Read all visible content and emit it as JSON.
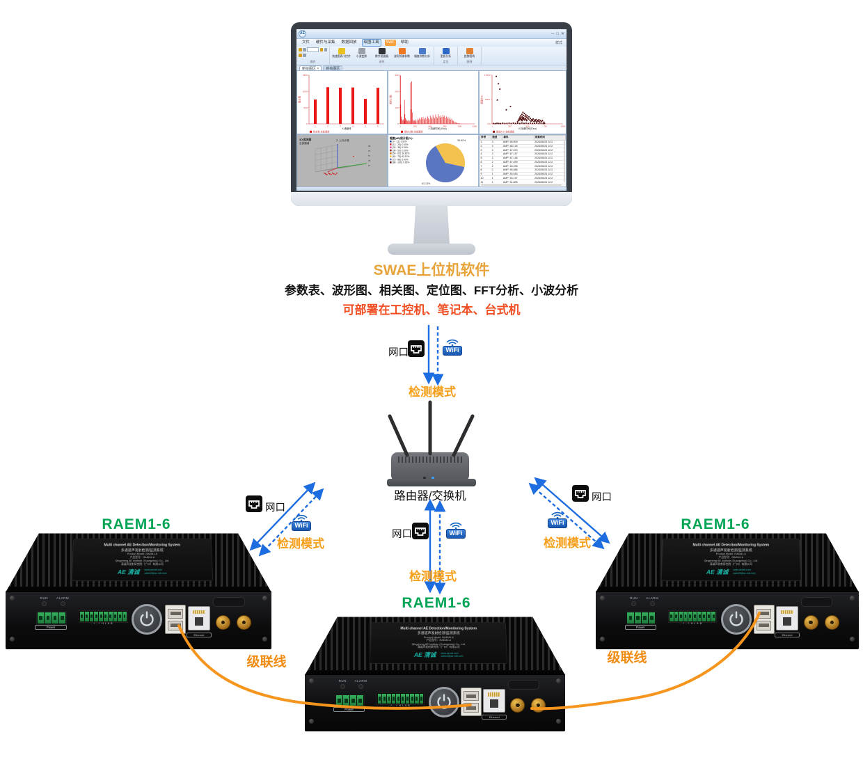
{
  "captions": {
    "software_title": "SWAE上位机软件",
    "software_features": "参数表、波形图、相关图、定位图、FFT分析、小波分析",
    "deploy_note": "可部署在工控机、笔记本、台式机"
  },
  "labels": {
    "net_port": "网口",
    "wifi": "WiFi",
    "detect_mode": "检测模式",
    "router": "路由器/交换机",
    "cascade_line": "级联线",
    "device_model": "RAEM1-6"
  },
  "app": {
    "logo": "AE",
    "window_controls": [
      "─",
      "□",
      "✕"
    ],
    "menu_tabs": [
      "文件",
      "硬件与采集",
      "数据回放",
      "绘图工具",
      "SWF",
      "帮助"
    ],
    "style_right": "样式",
    "toolbar_groups": [
      {
        "label": "操作",
        "buttons": []
      },
      {
        "label": "波形",
        "buttons": [
          {
            "label": "快速图表小控件",
            "color": "#e8c020"
          },
          {
            "label": "小波变换",
            "color": "#9aa0a8"
          },
          {
            "label": "数字滤波器",
            "color": "#2f3338"
          },
          {
            "label": "波形频谱参数",
            "color": "#f07820"
          },
          {
            "label": "幅度次数分析",
            "color": "#4878c8"
          }
        ]
      },
      {
        "label": "定位",
        "buttons": [
          {
            "label": "更新分析",
            "color": "#3068c8"
          }
        ]
      },
      {
        "label": "图线",
        "buttons": [
          {
            "label": "趋势图线",
            "color": "#e08030"
          }
        ]
      }
    ],
    "doc_tabs": [
      "新绘图区",
      "新绘图区"
    ],
    "doc_tab_close": "×"
  },
  "device": {
    "plate": {
      "line1": "Multi channel AE Detection/Monitoring System",
      "line2": "多通道声发射检测/监测系统",
      "line3": "Product Model: RAEM1-6",
      "line4": "产品型号：RAEM1-6",
      "line5": "Qingcheng AE Institute (Guangzhou) Co., Ltd.",
      "line6": "清诚声发射研究院（广州）有限公司",
      "logo": "AE 清诚",
      "site1": "www.aendt.com",
      "site2": "sales2@ae-ndt.com"
    },
    "front": {
      "run": "RUN",
      "alarm": "ALARM",
      "power": "Power",
      "io_marks": "- + - + H L A B",
      "ethernet": "Ethernet"
    }
  },
  "colors": {
    "accent_blue": "#1d6ce0",
    "mode_orange": "#f59f1a",
    "title_gold": "#e8a33b",
    "deploy_red": "#f04e23",
    "model_green": "#00a455",
    "cable_orange": "#f5951d",
    "chart_red": "#e01010",
    "pie_blue": "#5b76c0",
    "pie_yellow": "#f2c14e"
  },
  "chart_data": [
    {
      "type": "bar",
      "panel": "hits-by-channel",
      "categories": [
        "1",
        "2",
        "3",
        "4",
        "5",
        "6"
      ],
      "values": [
        750,
        1130,
        1115,
        1120,
        770,
        1110
      ],
      "ylim": [
        0,
        1500
      ],
      "yticks": [
        0,
        500,
        1000,
        1500
      ],
      "xlabel": "X:通道号",
      "ylabel": "撞击数",
      "legend": "撞击数 全部通道",
      "color": "#e81616"
    },
    {
      "type": "line",
      "panel": "ring-count-vs-duration",
      "points": [
        [
          4,
          298
        ],
        [
          8,
          120
        ],
        [
          14,
          45
        ],
        [
          22,
          30
        ],
        [
          30,
          22
        ],
        [
          40,
          28
        ],
        [
          52,
          18
        ],
        [
          58,
          148
        ],
        [
          64,
          60
        ],
        [
          72,
          35
        ],
        [
          80,
          20
        ],
        [
          90,
          26
        ],
        [
          100,
          18
        ],
        [
          110,
          24
        ],
        [
          120,
          16
        ],
        [
          130,
          20
        ],
        [
          140,
          255
        ],
        [
          148,
          90
        ],
        [
          156,
          262
        ],
        [
          164,
          70
        ],
        [
          172,
          25
        ],
        [
          180,
          18
        ],
        [
          190,
          22
        ],
        [
          200,
          16
        ],
        [
          212,
          28
        ],
        [
          224,
          20
        ],
        [
          236,
          32
        ],
        [
          248,
          24
        ],
        [
          260,
          36
        ],
        [
          272,
          28
        ],
        [
          284,
          40
        ],
        [
          296,
          30
        ],
        [
          308,
          44
        ],
        [
          320,
          34
        ],
        [
          332,
          26
        ],
        [
          344,
          38
        ],
        [
          356,
          30
        ],
        [
          368,
          46
        ],
        [
          380,
          36
        ],
        [
          392,
          28
        ],
        [
          404,
          50
        ],
        [
          416,
          40
        ],
        [
          428,
          32
        ],
        [
          440,
          54
        ],
        [
          452,
          42
        ],
        [
          464,
          34
        ],
        [
          476,
          58
        ],
        [
          488,
          44
        ],
        [
          500,
          36
        ],
        [
          512,
          60
        ],
        [
          524,
          46
        ],
        [
          536,
          38
        ],
        [
          548,
          52
        ],
        [
          560,
          42
        ],
        [
          572,
          56
        ],
        [
          584,
          44
        ],
        [
          596,
          50
        ],
        [
          608,
          38
        ],
        [
          620,
          46
        ],
        [
          632,
          34
        ],
        [
          644,
          42
        ],
        [
          656,
          30
        ],
        [
          668,
          38
        ],
        [
          680,
          26
        ],
        [
          692,
          32
        ],
        [
          704,
          22
        ],
        [
          716,
          18
        ],
        [
          728,
          14
        ],
        [
          740,
          10
        ],
        [
          752,
          8
        ],
        [
          764,
          6
        ],
        [
          776,
          5
        ],
        [
          788,
          4
        ],
        [
          800,
          3
        ],
        [
          820,
          2
        ],
        [
          850,
          2
        ],
        [
          880,
          1
        ]
      ],
      "xlim": [
        0,
        1000
      ],
      "ylim": [
        0,
        300
      ],
      "yticks": [
        0,
        100,
        200,
        300
      ],
      "xticks": [
        1,
        200,
        400,
        600,
        800,
        1000
      ],
      "xlabel": "X:持续时间(10us)",
      "ylabel": "振铃计数",
      "legend": "振铃计数 全部通道",
      "color": "#e01010"
    },
    {
      "type": "scatter",
      "panel": "energy-vs-duration",
      "points": [
        [
          20,
          12
        ],
        [
          45,
          8
        ],
        [
          70,
          20
        ],
        [
          95,
          15
        ],
        [
          120,
          10
        ],
        [
          150,
          22
        ],
        [
          180,
          14
        ],
        [
          210,
          18
        ],
        [
          240,
          25
        ],
        [
          270,
          12
        ],
        [
          300,
          28
        ],
        [
          330,
          16
        ],
        [
          360,
          22
        ],
        [
          390,
          14
        ],
        [
          420,
          30
        ],
        [
          450,
          18
        ],
        [
          480,
          24
        ],
        [
          510,
          12
        ],
        [
          540,
          26
        ],
        [
          570,
          16
        ],
        [
          600,
          20
        ],
        [
          630,
          28
        ],
        [
          660,
          14
        ],
        [
          690,
          22
        ],
        [
          720,
          10
        ],
        [
          740,
          18
        ],
        [
          360,
          80
        ],
        [
          370,
          120
        ],
        [
          380,
          160
        ],
        [
          385,
          200
        ],
        [
          390,
          140
        ],
        [
          395,
          250
        ],
        [
          400,
          180
        ],
        [
          405,
          300
        ],
        [
          410,
          220
        ],
        [
          415,
          160
        ],
        [
          420,
          350
        ],
        [
          422,
          120
        ],
        [
          425,
          260
        ],
        [
          430,
          200
        ],
        [
          435,
          420
        ],
        [
          437,
          150
        ],
        [
          440,
          310
        ],
        [
          445,
          230
        ],
        [
          450,
          180
        ],
        [
          455,
          380
        ],
        [
          460,
          140
        ],
        [
          465,
          280
        ],
        [
          470,
          200
        ],
        [
          475,
          330
        ],
        [
          480,
          160
        ],
        [
          485,
          250
        ],
        [
          490,
          120
        ],
        [
          495,
          300
        ],
        [
          500,
          220
        ],
        [
          510,
          180
        ],
        [
          520,
          260
        ],
        [
          530,
          140
        ],
        [
          540,
          200
        ],
        [
          550,
          100
        ],
        [
          560,
          160
        ],
        [
          570,
          120
        ],
        [
          580,
          180
        ],
        [
          590,
          90
        ],
        [
          600,
          140
        ],
        [
          610,
          110
        ],
        [
          620,
          160
        ],
        [
          630,
          80
        ],
        [
          640,
          130
        ],
        [
          650,
          100
        ],
        [
          660,
          150
        ],
        [
          670,
          70
        ],
        [
          680,
          120
        ],
        [
          700,
          90
        ],
        [
          710,
          130
        ],
        [
          730,
          60
        ],
        [
          60,
          1750
        ],
        [
          90,
          1480
        ],
        [
          110,
          1280
        ],
        [
          75,
          880
        ],
        [
          260,
          640
        ],
        [
          200,
          520
        ]
      ],
      "xlim": [
        0,
        1000
      ],
      "ylim": [
        0,
        1796.2
      ],
      "yticks": [
        "0.0",
        "898.1",
        "1796.2"
      ],
      "xticks": [
        1,
        250,
        500,
        750,
        1000
      ],
      "xlabel": "X:持续时间(10us)",
      "ylabel": "能量(KJ)",
      "legend": "能量(KJ) 全部通道",
      "color": "#2a0808"
    },
    {
      "type": "3d-correlation",
      "panel": "3d-correlation",
      "title": "3D 相关图",
      "subtitle": "全部通道",
      "zlabel": "Z: 上升计数",
      "zticks": [
        "95",
        "76",
        "57",
        "38",
        "19"
      ]
    },
    {
      "type": "pie",
      "panel": "amplitude-distribution",
      "legend_title": "幅度(dB)统计图(%):",
      "entries": [
        {
          "label": "[0 - 13]:  0.00%",
          "color": "#2e4a9e"
        },
        {
          "label": "[13 - 25]:  0.00%",
          "color": "#d03030"
        },
        {
          "label": "[25 - 38]:  0.00%",
          "color": "#e050a8"
        },
        {
          "label": "[38 - 50]:  0.00%",
          "color": "#902828"
        },
        {
          "label": "[50 - 63]:  36.82%",
          "color": "#c87828"
        },
        {
          "label": "[63 - 75]:  63.13%",
          "color": "#f2c14e"
        },
        {
          "label": "[75 - 88]:  0.00%",
          "color": "#5b76c0"
        },
        {
          "label": "[88 - 100]:  0.05%",
          "color": "#701818"
        }
      ],
      "slices": [
        {
          "label": "36.82%",
          "value": 36.82,
          "color": "#f2c14e"
        },
        {
          "label": "63.13%",
          "value": 63.13,
          "color": "#5b76c0"
        }
      ]
    },
    {
      "type": "table",
      "panel": "hit-list",
      "headers": [
        "序号",
        "通道",
        "事件",
        "采集时间"
      ],
      "rows": [
        [
          "1",
          "3",
          "AMP: 68.509",
          "2024/06/24 12:2"
        ],
        [
          "2",
          "3",
          "AMP: 68.126",
          "2024/06/24 12:2"
        ],
        [
          "3",
          "3",
          "AMP: 67.679",
          "2024/06/24 12:2"
        ],
        [
          "4",
          "2",
          "AMP: 67.157",
          "2024/06/24 12:2"
        ],
        [
          "5",
          "2",
          "AMP: 67.146",
          "2024/06/24 12:2"
        ],
        [
          "6",
          "2",
          "AMP: 67.099",
          "2024/06/24 12:2"
        ],
        [
          "7",
          "2",
          "AMP: 65.205",
          "2024/06/24 12:2"
        ],
        [
          "8",
          "2",
          "AMP: 66.886",
          "2024/06/24 12:2"
        ],
        [
          "9",
          "1",
          "AMP: 50.516",
          "2024/06/24 12:2"
        ],
        [
          "10",
          "1",
          "AMP: 54.197",
          "2024/06/24 12:2"
        ],
        [
          "11",
          "1",
          "AMP: 51.805",
          "2024/06/24 12:2"
        ]
      ]
    }
  ]
}
